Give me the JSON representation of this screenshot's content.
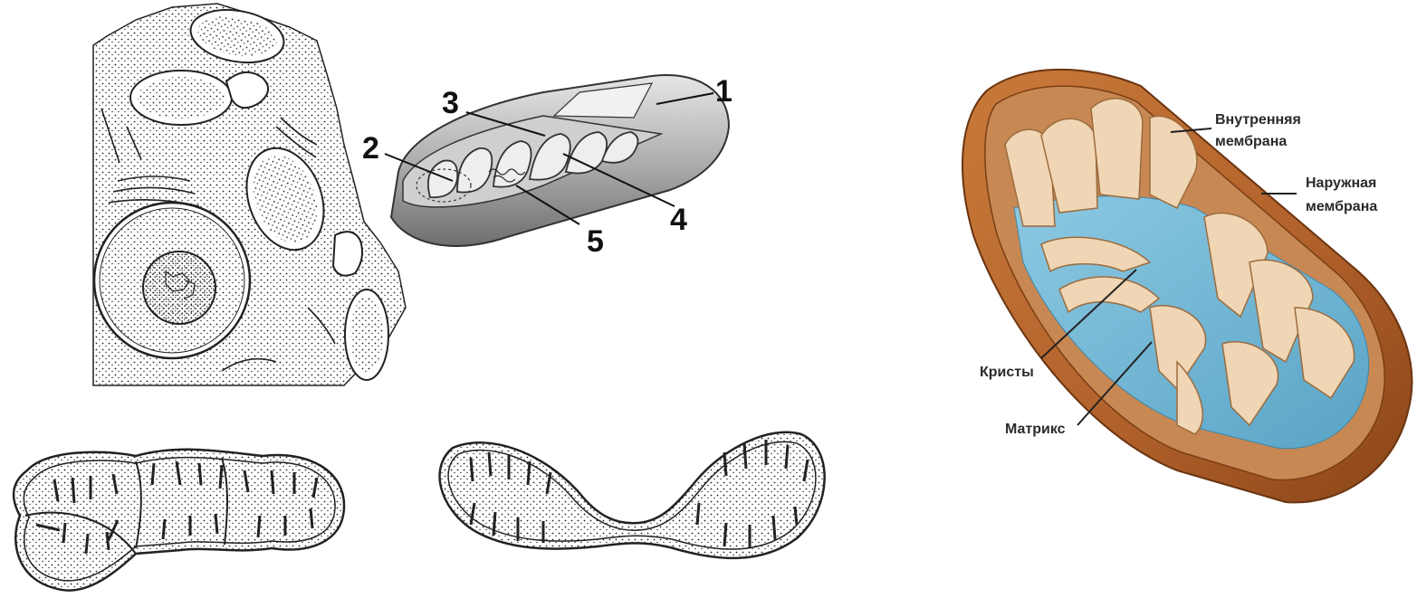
{
  "numbered_labels": [
    "1",
    "2",
    "3",
    "4",
    "5"
  ],
  "labels_ru": {
    "inner_membrane_line1": "Внутренняя",
    "inner_membrane_line2": "мембрана",
    "outer_membrane_line1": "Наружная",
    "outer_membrane_line2": "мембрана",
    "cristae": "Кристы",
    "matrix": "Матрикс"
  },
  "colors": {
    "outer_membrane": "#b8652a",
    "inner_membrane": "#f0d6b4",
    "matrix": "#6fb4d2",
    "line_art": "#1a1a1a"
  }
}
